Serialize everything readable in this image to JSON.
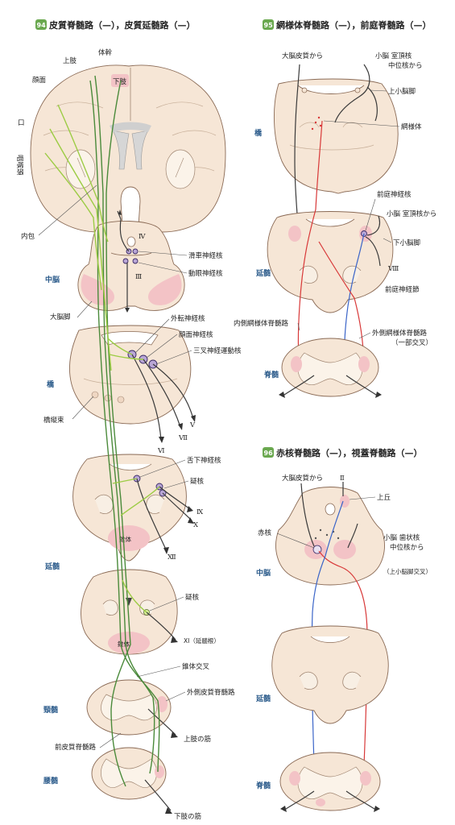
{
  "panels": {
    "p94": {
      "number": "94",
      "title": "皮質脊髄路（—），皮質延髄路（—）",
      "line_colors": [
        "#4a8a3a",
        "#9ccc44"
      ]
    },
    "p95": {
      "number": "95",
      "title": "網様体脊髄路（—），前庭脊髄路（—）",
      "line_colors": [
        "#d83838",
        "#3a64c8"
      ]
    },
    "p96": {
      "number": "96",
      "title": "赤核脊髄路（—），視蓋脊髄路（—）",
      "line_colors": [
        "#d83838",
        "#3a64c8"
      ]
    }
  },
  "labels_left": {
    "joshi": "上肢",
    "taikan": "体幹",
    "ganmen": "顔面",
    "kashi": "下肢",
    "kuchi": "口",
    "intoto": "咽喉頭",
    "naiho": "内包",
    "chuno": "中脳",
    "daino_kyaku": "大脳脚",
    "kassha": "滑車神経核",
    "dogan": "動眼神経核",
    "kyo": "橋",
    "gaiten": "外転神経核",
    "ganmen_shinkei": "顔面神経核",
    "sansa": "三叉神経運動核",
    "kyojusoku": "橋縦束",
    "zekka": "舌下神経核",
    "gikaku": "疑核",
    "entsui": "延髄",
    "suitai": "錐体",
    "gikaku2": "疑核",
    "suitai2": "錐体",
    "entsui2": "延髄",
    "n11": "XI（延髄根）",
    "suitai_kosa": "錐体交叉",
    "gaisoku_hishitsu": "外側皮質脊髄路",
    "keizui": "頸髄",
    "joshi_kin": "上肢の筋",
    "zen_hishitsu": "前皮質脊髄路",
    "yozui": "腰髄",
    "kashi_kin": "下肢の筋"
  },
  "roman_left": {
    "n4": "Ⅳ",
    "n3": "Ⅲ",
    "n5": "Ⅴ",
    "n7": "Ⅶ",
    "n6": "Ⅵ",
    "n9": "Ⅸ",
    "n10": "Ⅹ",
    "n12": "Ⅻ"
  },
  "labels_p95": {
    "daino_hishitsu": "大脳皮質から",
    "shono_shitcho": "小脳 室頂核",
    "chui_kara": "中位核から",
    "jo_shono": "上小脳脚",
    "kyo": "橋",
    "moyotai": "網様体",
    "zentei_kaku": "前庭神経核",
    "shono_shitcho2": "小脳 室頂核から",
    "ka_shono": "下小脳脚",
    "entsui": "延髄",
    "n8": "Ⅷ",
    "zentei_setsu": "前庭神経節",
    "naisoku_moyo": "内側網様体脊髄路",
    "gaisoku_moyo": "外側網様体脊髄路",
    "ichibu_kosa": "（一部交叉）",
    "sekizui": "脊髄"
  },
  "labels_p96": {
    "daino_hishitsu": "大脳皮質から",
    "n2": "Ⅱ",
    "jokyu": "上丘",
    "sekikaku": "赤核",
    "shono_shijo": "小脳 歯状核",
    "chui_kara": "中位核から",
    "jo_shono_kosa": "（上小脳脚交叉）",
    "chuno": "中脳",
    "entsui": "延髄",
    "sekizui": "脊髄"
  }
}
